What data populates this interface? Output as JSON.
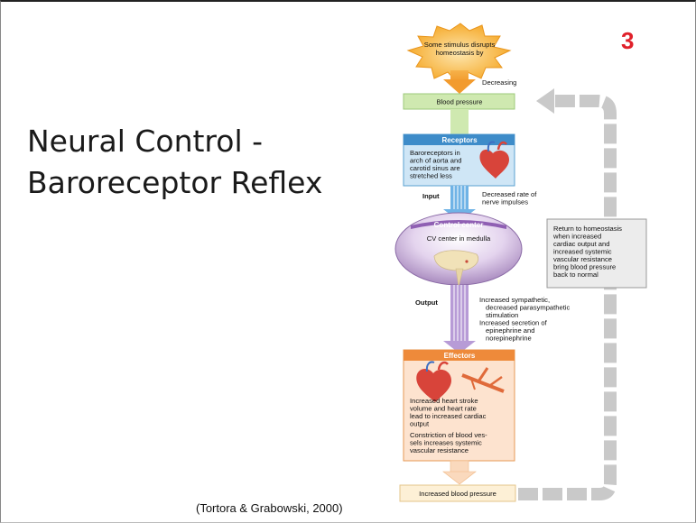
{
  "slide": {
    "number": "3",
    "title_line1": "Neural Control -",
    "title_line2": "Baroreceptor Reflex",
    "citation": "(Tortora & Grabowski, 2000)"
  },
  "diagram": {
    "stimulus": [
      "Some stimulus disrupts",
      "homeostasis by"
    ],
    "decreasing": "Decreasing",
    "blood_pressure": "Blood pressure",
    "receptors": {
      "heading": "Receptors",
      "lines": [
        "Baroreceptors in",
        "arch of aorta and",
        "carotid sinus are",
        "stretched less"
      ]
    },
    "input_label": "Input",
    "input_text": [
      "Decreased rate of",
      "nerve impulses"
    ],
    "control_center": {
      "heading": "Control center",
      "text": "CV center in medulla"
    },
    "output_label": "Output",
    "output_text": [
      "Increased sympathetic,",
      "decreased parasympathetic",
      "stimulation",
      "Increased secretion of",
      "epinephrine and",
      "norepinephrine"
    ],
    "effectors": {
      "heading": "Effectors",
      "text1": [
        "Increased heart stroke",
        "volume and heart rate",
        "lead to increased cardiac",
        "output"
      ],
      "text2": [
        "Constriction of blood ves-",
        "sels increases systemic",
        "vascular resistance"
      ]
    },
    "result": "Increased blood pressure",
    "return_text": [
      "Return to homeostasis",
      "when increased",
      "cardiac output and",
      "increased systemic",
      "vascular resistance",
      "bring blood pressure",
      "back to normal"
    ]
  }
}
